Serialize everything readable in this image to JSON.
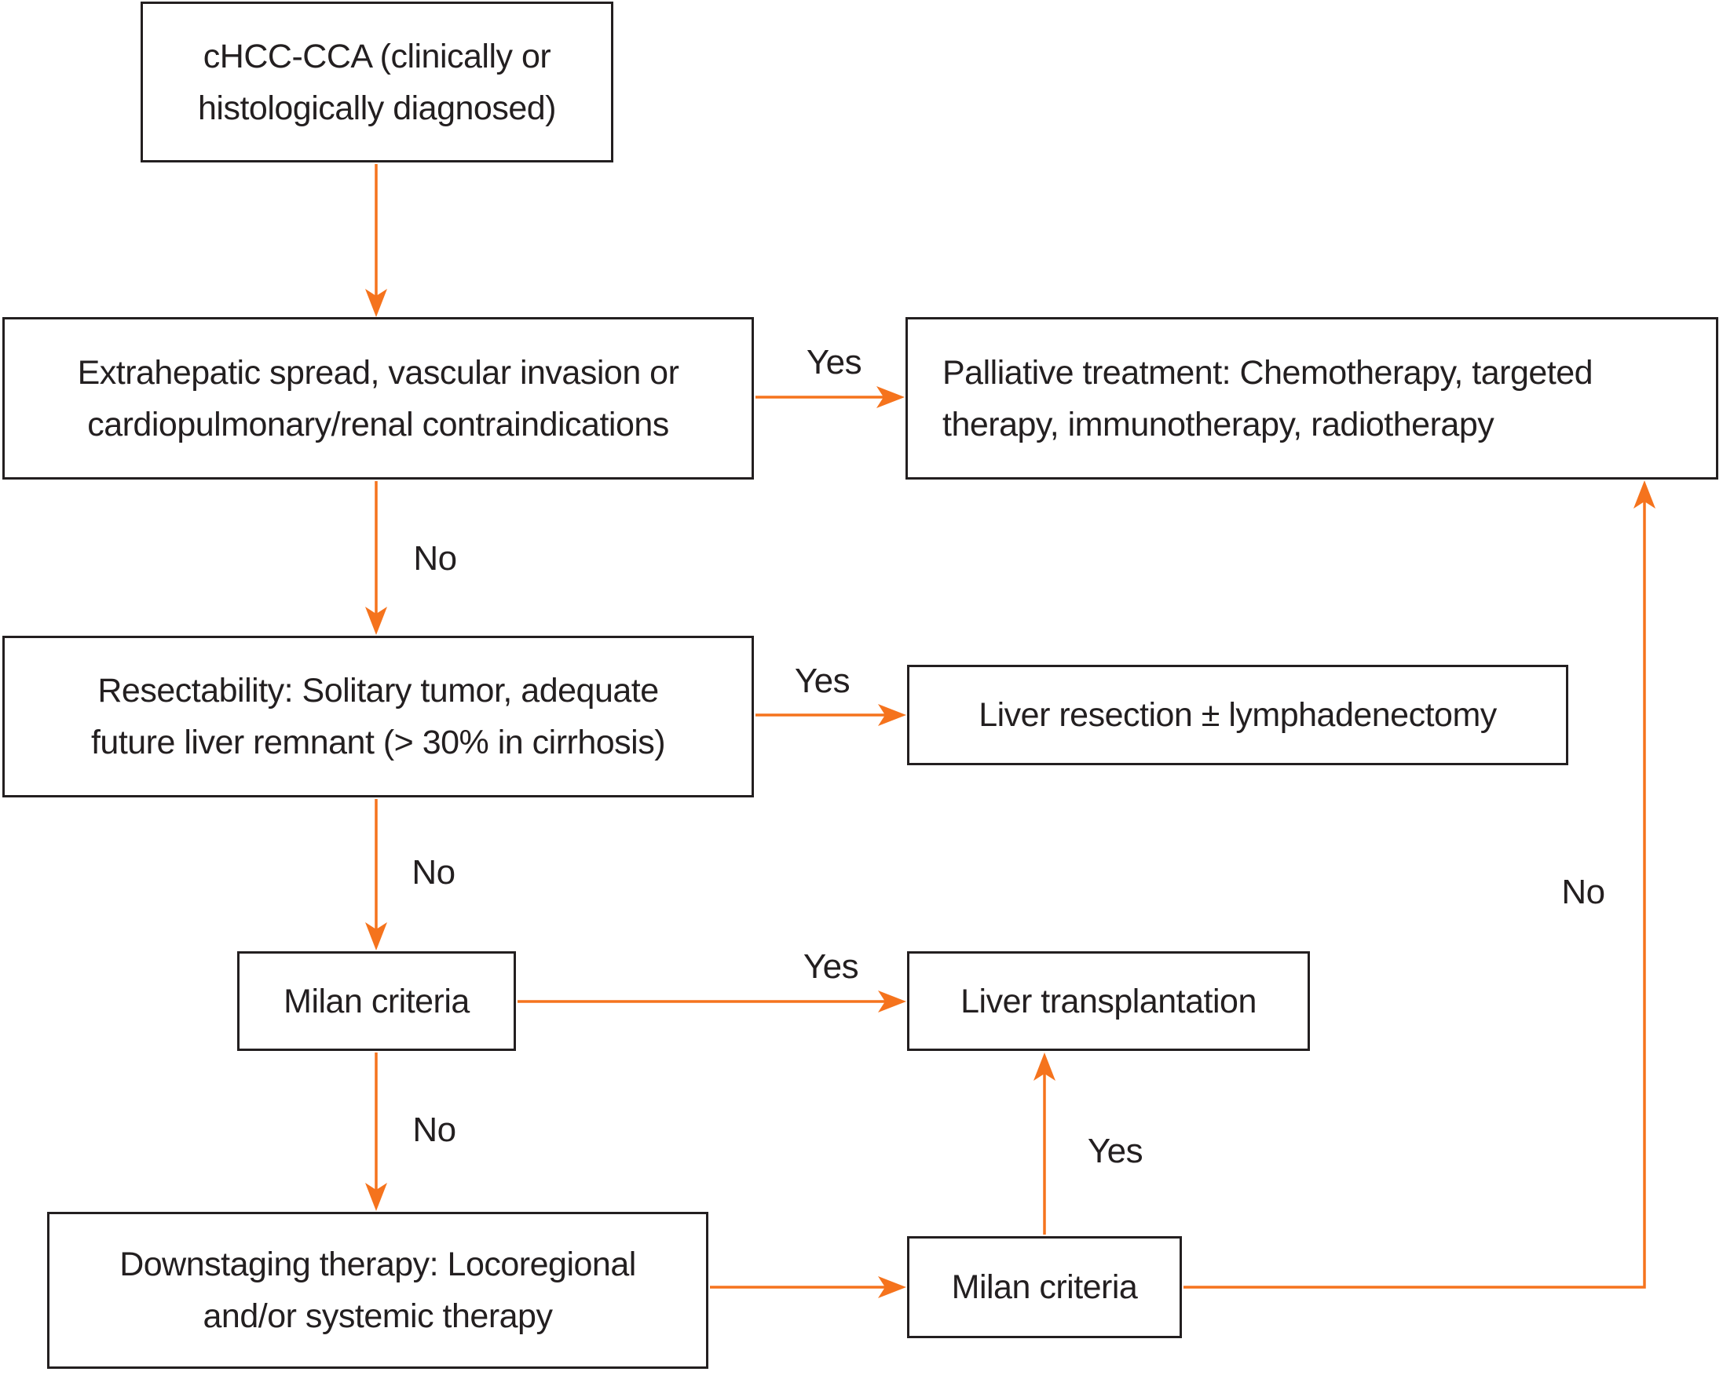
{
  "colors": {
    "arrow": "#f5731d",
    "box_border": "#231f20",
    "text": "#231f20",
    "background": "#ffffff"
  },
  "nodes": {
    "diagnosis": {
      "lines": [
        "cHCC-CCA (clinically or",
        "histologically diagnosed)"
      ]
    },
    "contraindications": {
      "lines": [
        "Extrahepatic spread, vascular invasion or",
        "cardiopulmonary/renal contraindications"
      ]
    },
    "palliative": {
      "lines": [
        "Palliative treatment: Chemotherapy, targeted",
        "therapy, immunotherapy, radiotherapy"
      ]
    },
    "resectability": {
      "lines": [
        "Resectability: Solitary tumor, adequate",
        "future liver remnant (> 30% in cirrhosis)"
      ]
    },
    "resection": {
      "lines": [
        "Liver resection ± lymphadenectomy"
      ]
    },
    "milan_upper": {
      "lines": [
        "Milan criteria"
      ]
    },
    "transplantation": {
      "lines": [
        "Liver transplantation"
      ]
    },
    "downstaging": {
      "lines": [
        "Downstaging therapy: Locoregional",
        "and/or systemic therapy"
      ]
    },
    "milan_lower": {
      "lines": [
        "Milan criteria"
      ]
    }
  },
  "edge_labels": {
    "contra_to_palliative": "Yes",
    "contra_to_resectability": "No",
    "resectability_to_resection": "Yes",
    "resectability_to_milan": "No",
    "milan_to_transplantation": "Yes",
    "milan_to_downstaging": "No",
    "milan_lower_to_transplantation": "Yes",
    "milan_lower_to_palliative": "No"
  }
}
